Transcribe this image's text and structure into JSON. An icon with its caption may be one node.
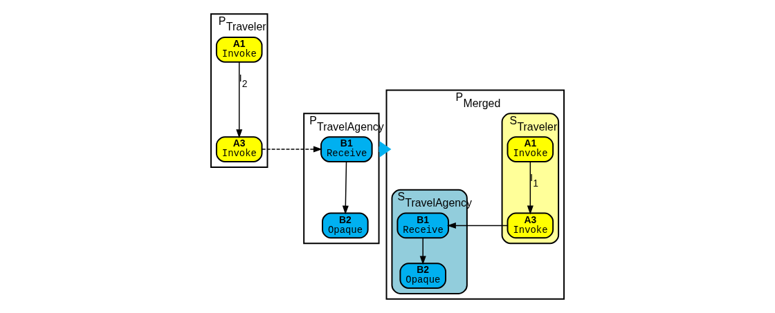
{
  "diagram": {
    "nodes": [
      {
        "text": [
          "P$_{Traveler}$"
        ]
      },
      {
        "text": [
          "A1",
          "Invoke"
        ],
        "in": 0
      },
      {
        "text": [
          "A3",
          "Invoke"
        ],
        "in": 0
      },
      {
        "text": [
          "P$_{TravelAgency}$"
        ]
      },
      {
        "text": [
          "B1",
          "Receive"
        ],
        "in": 3
      },
      {
        "text": [
          "B2",
          "Opaque"
        ],
        "in": 3
      },
      {
        "text": [
          "P$_{Merged}$"
        ]
      },
      {
        "text": [
          "S$_{Traveler}$"
        ],
        "in": 6
      },
      {
        "text": [
          "A1",
          "Invoke"
        ],
        "in": 7
      },
      {
        "text": [
          "A3",
          "Invoke"
        ],
        "in": 7
      },
      {
        "text": [
          "S$_{TravelAgency}$"
        ],
        "in": 6
      },
      {
        "text": [
          "B1",
          "Receive"
        ],
        "in": 10
      },
      {
        "text": [
          "B2",
          "Opaque"
        ],
        "in": 10
      }
    ],
    "edges": [
      {
        "from": 1,
        "to": 2,
        "arrow": "to",
        "label": "I$_{2}$"
      },
      {
        "from": 2,
        "to": 4,
        "arrow": "to",
        "style": "dashed"
      },
      {
        "from": 4,
        "to": 5,
        "arrow": "to"
      },
      {
        "from": 3,
        "to": 6,
        "arrow": "to",
        "style": "thick",
        "color": "#00b0f0"
      },
      {
        "from": 8,
        "to": 9,
        "arrow": "to",
        "label": "I$_{1}$"
      },
      {
        "from": 9,
        "to": 11,
        "arrow": "to"
      },
      {
        "from": 11,
        "to": 12,
        "arrow": "to"
      }
    ]
  }
}
